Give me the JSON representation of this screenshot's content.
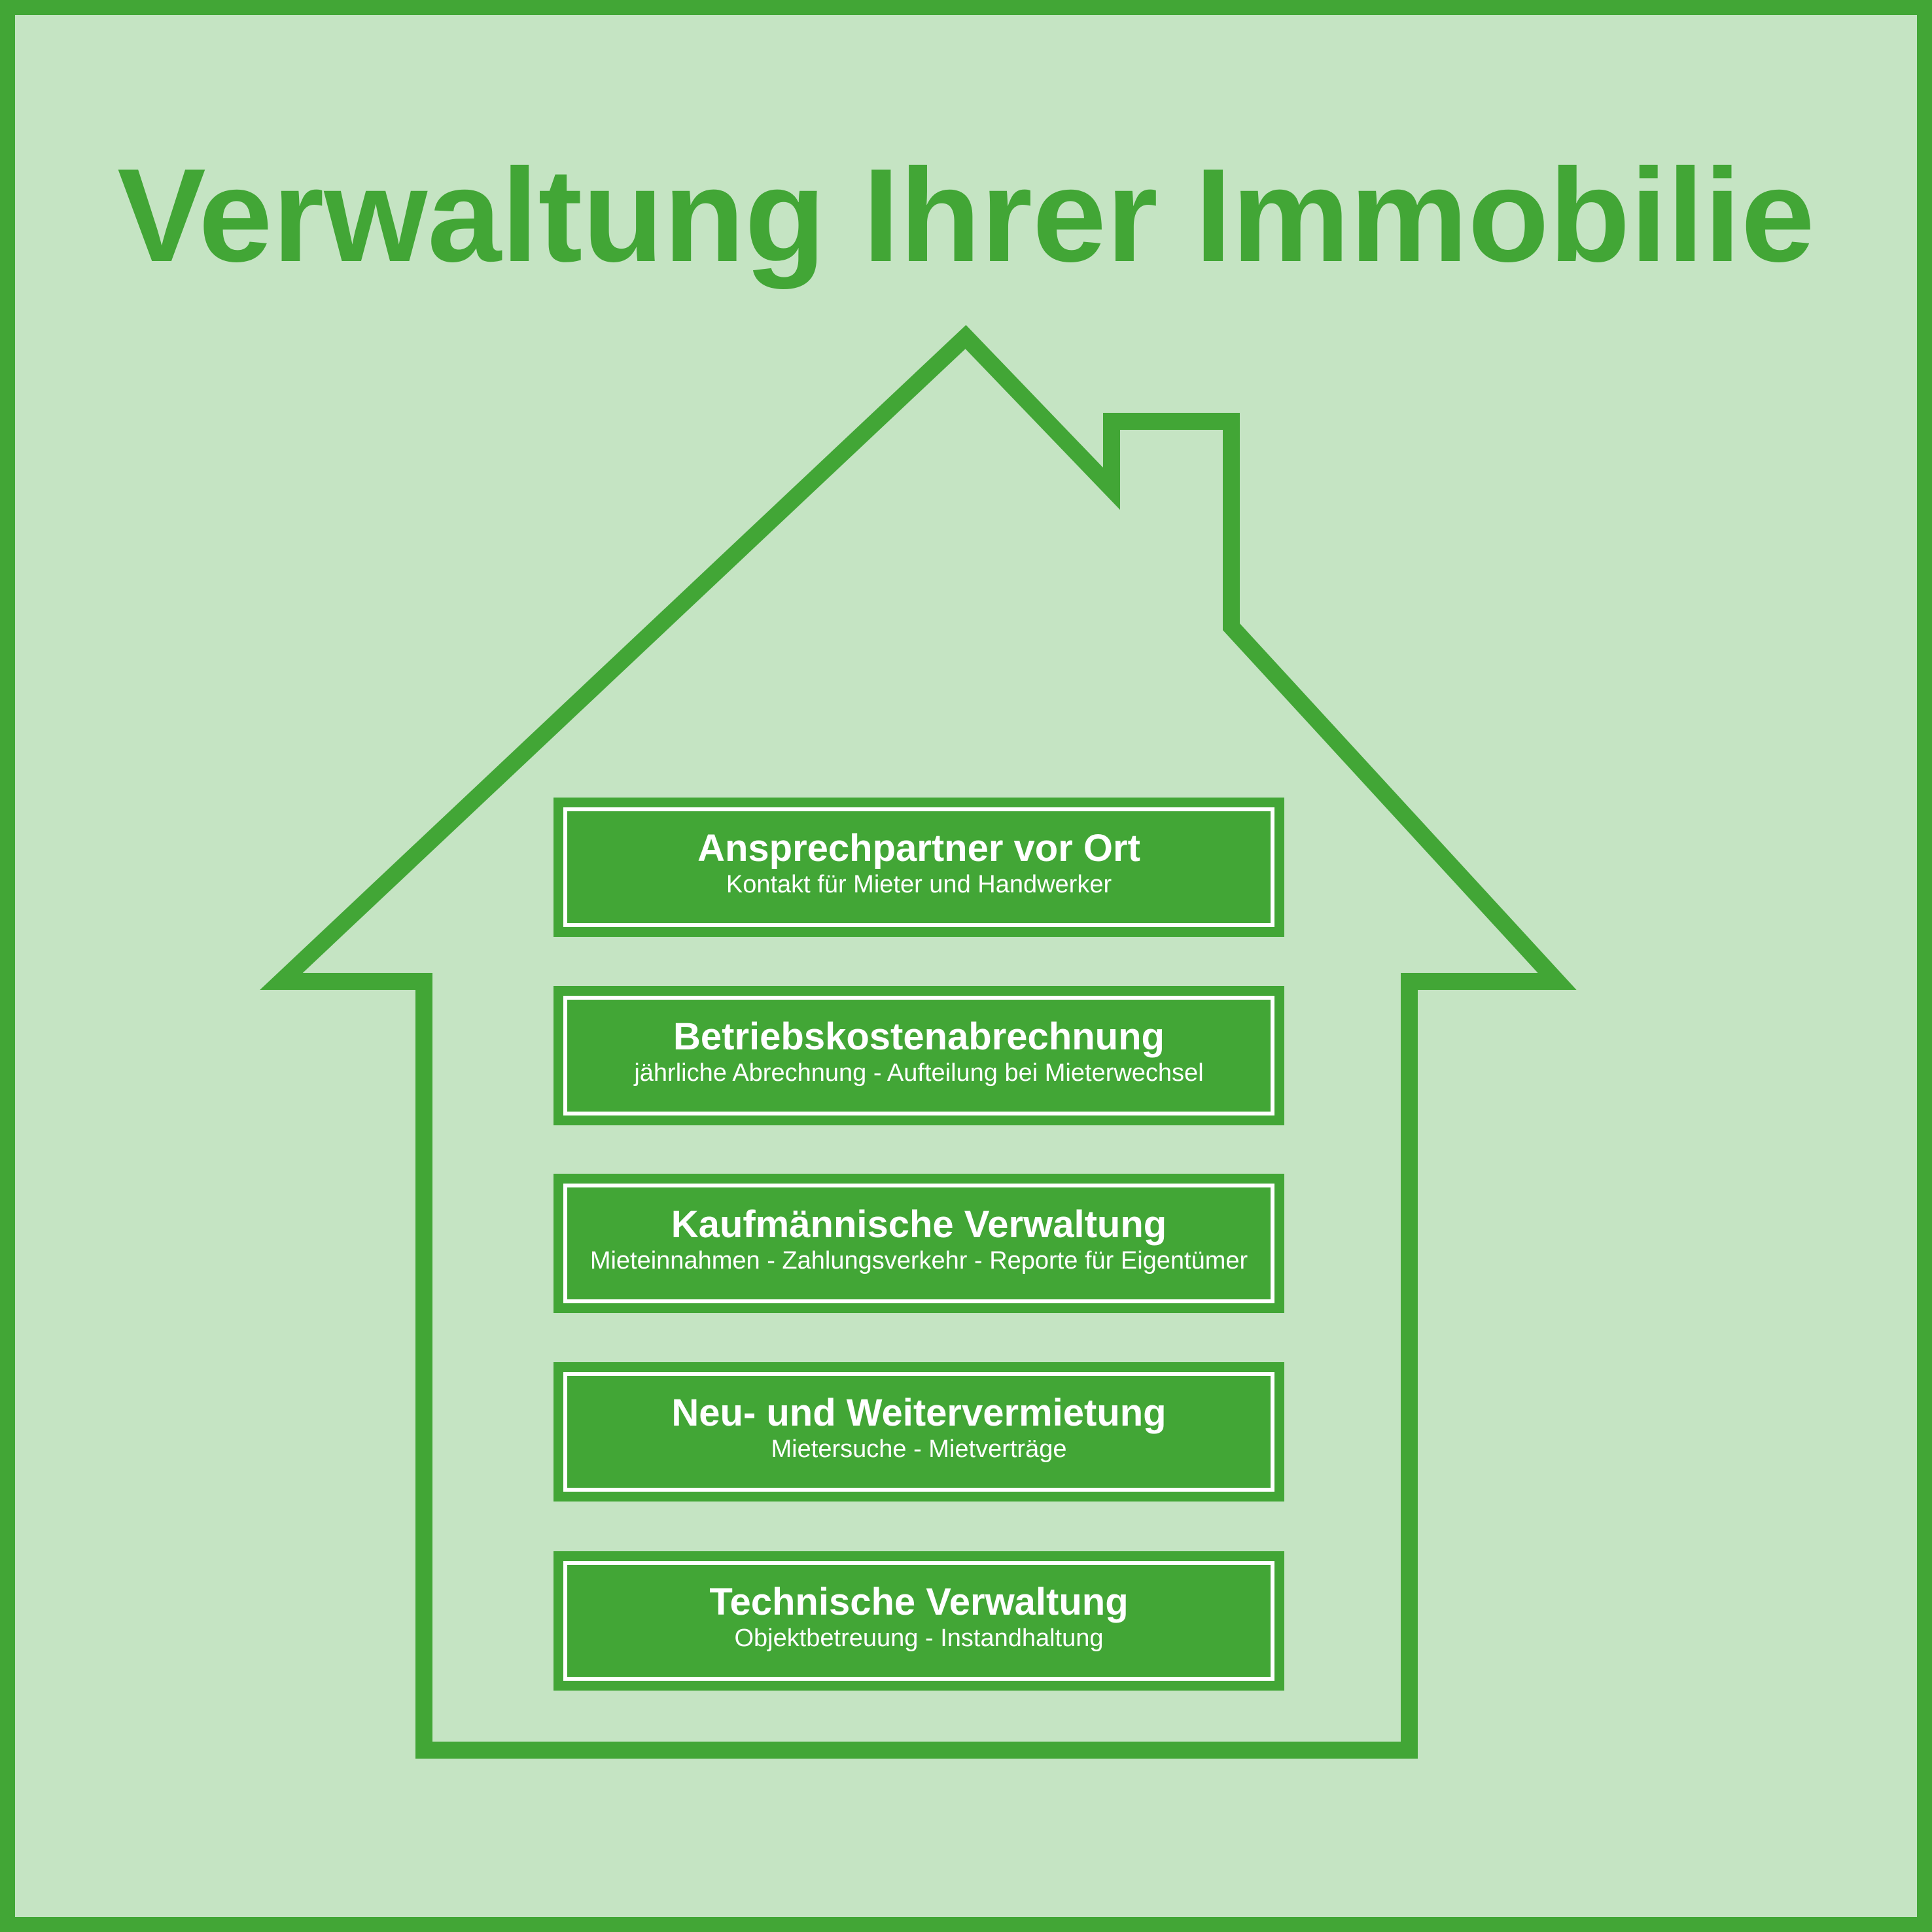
{
  "title": "Verwaltung Ihrer Immobilie",
  "colors": {
    "background": "#c5e4c3",
    "accent": "#42a636",
    "box_text": "#ffffff"
  },
  "icon": "house-outline-icon",
  "services": [
    {
      "title": "Ansprechpartner vor Ort",
      "subtitle": "Kontakt für Mieter und Handwerker"
    },
    {
      "title": "Betriebskostenabrechnung",
      "subtitle": "jährliche Abrechnung - Aufteilung bei Mieterwechsel"
    },
    {
      "title": "Kaufmännische Verwaltung",
      "subtitle": "Mieteinnahmen - Zahlungsverkehr - Reporte für Eigentümer"
    },
    {
      "title": "Neu- und Weitervermietung",
      "subtitle": "Mietersuche - Mietverträge"
    },
    {
      "title": "Technische Verwaltung",
      "subtitle": "Objektbetreuung - Instandhaltung"
    }
  ]
}
